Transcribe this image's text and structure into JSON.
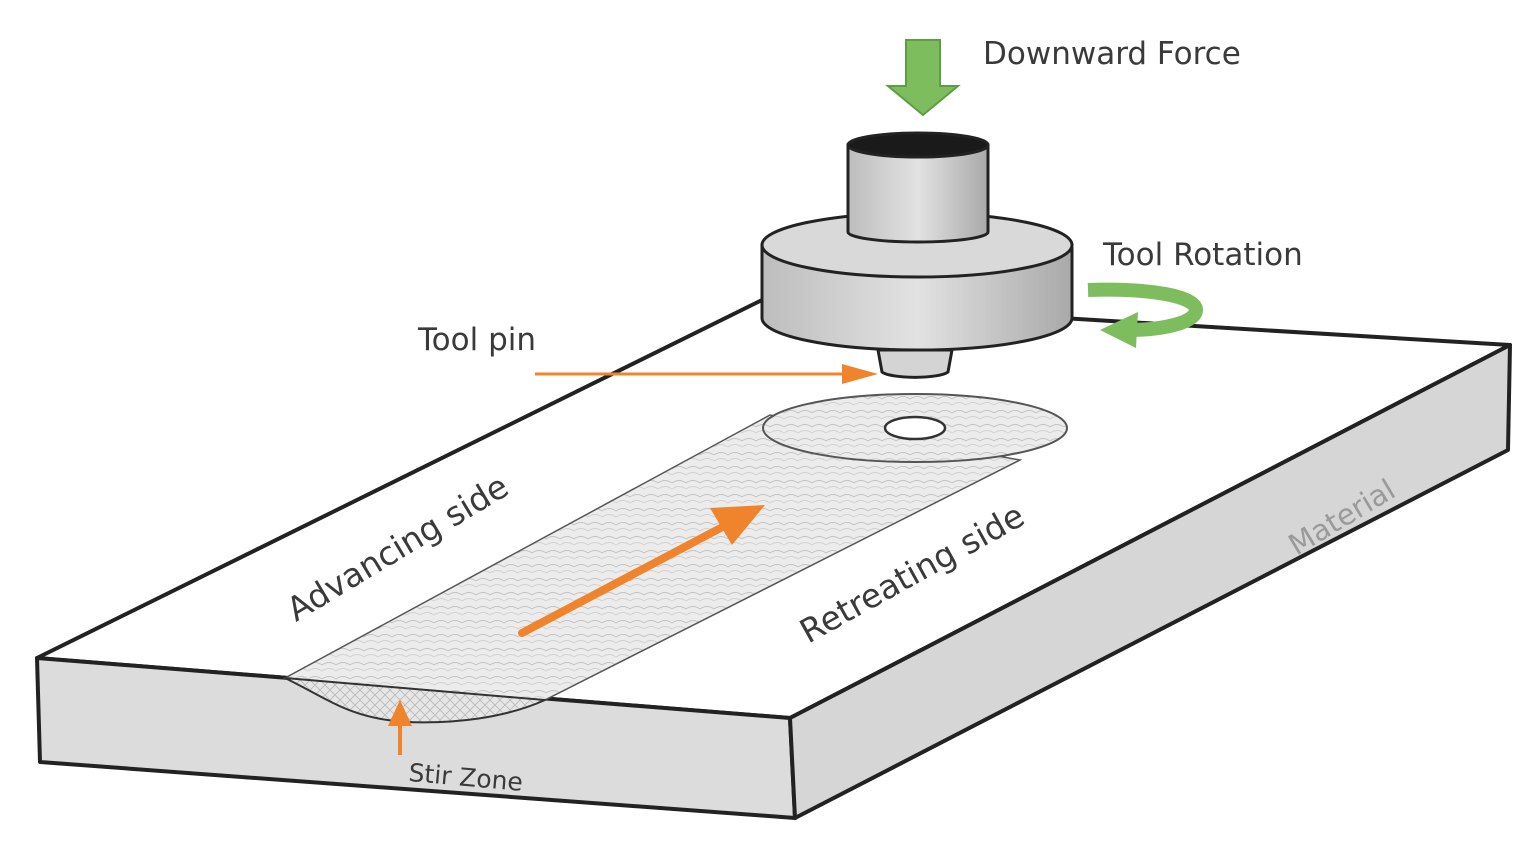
{
  "labels": {
    "downward_force": "Downward Force",
    "tool_rotation": "Tool Rotation",
    "tool_pin": "Tool pin",
    "advancing_side": "Advancing side",
    "retreating_side": "Retreating side",
    "material": "Material",
    "stir_zone": "Stir Zone"
  },
  "colors": {
    "force_arrow": "#7dbd5e",
    "rotation_arrow": "#7dbd5e",
    "pointer_arrow": "#f0842c",
    "weld_direction_arrow": "#f0842c",
    "material_face": "#dcdcdc",
    "outline": "#222222"
  }
}
